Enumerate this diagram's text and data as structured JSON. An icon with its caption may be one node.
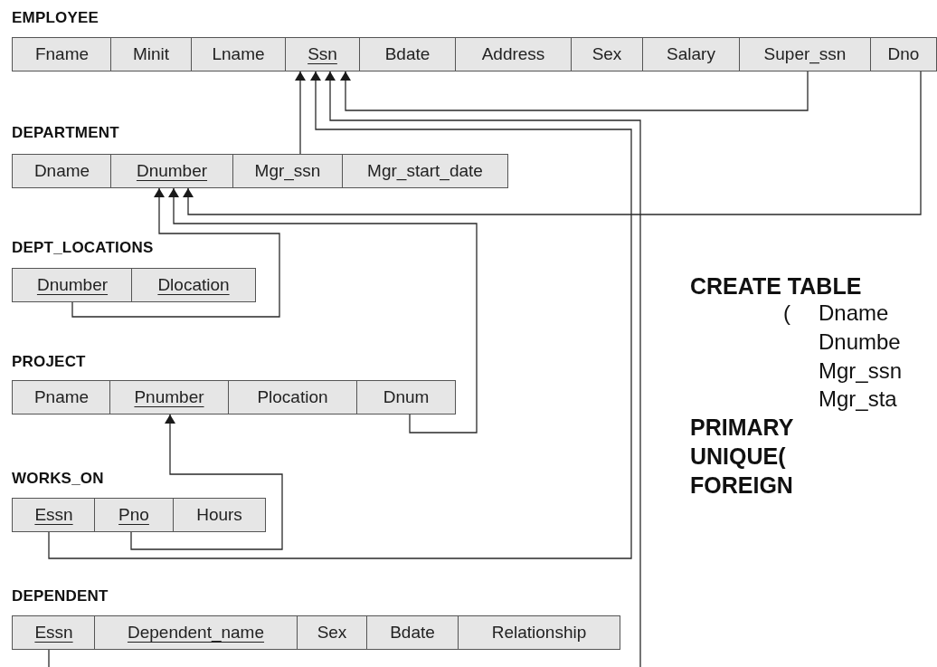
{
  "diagram": {
    "nodes": [
      {
        "text": [
          "EMPLOYEE"
        ]
      },
      {
        "text": [
          "Fname"
        ],
        "in": 0
      },
      {
        "text": [
          "Minit"
        ],
        "in": 0
      },
      {
        "text": [
          "Lname"
        ],
        "in": 0
      },
      {
        "text": [
          "Ssn"
        ],
        "in": 0
      },
      {
        "text": [
          "Bdate"
        ],
        "in": 0
      },
      {
        "text": [
          "Address"
        ],
        "in": 0
      },
      {
        "text": [
          "Sex"
        ],
        "in": 0
      },
      {
        "text": [
          "Salary"
        ],
        "in": 0
      },
      {
        "text": [
          "Super_ssn"
        ],
        "in": 0
      },
      {
        "text": [
          "Dno"
        ],
        "in": 0
      },
      {
        "text": [
          "DEPARTMENT"
        ]
      },
      {
        "text": [
          "Dname"
        ],
        "in": 11
      },
      {
        "text": [
          "Dnumber"
        ],
        "in": 11
      },
      {
        "text": [
          "Mgr_ssn"
        ],
        "in": 11
      },
      {
        "text": [
          "Mgr_start_date"
        ],
        "in": 11
      },
      {
        "text": [
          "DEPT_LOCATIONS"
        ]
      },
      {
        "text": [
          "Dnumber"
        ],
        "in": 16
      },
      {
        "text": [
          "Dlocation"
        ],
        "in": 16
      },
      {
        "text": [
          "PROJECT"
        ]
      },
      {
        "text": [
          "Pname"
        ],
        "in": 19
      },
      {
        "text": [
          "Pnumber"
        ],
        "in": 19
      },
      {
        "text": [
          "Plocation"
        ],
        "in": 19
      },
      {
        "text": [
          "Dnum"
        ],
        "in": 19
      },
      {
        "text": [
          "WORKS_ON"
        ]
      },
      {
        "text": [
          "Essn"
        ],
        "in": 24
      },
      {
        "text": [
          "Pno"
        ],
        "in": 24
      },
      {
        "text": [
          "Hours"
        ],
        "in": 24
      },
      {
        "text": [
          "DEPENDENT"
        ]
      },
      {
        "text": [
          "Essn"
        ],
        "in": 28
      },
      {
        "text": [
          "Dependent_name"
        ],
        "in": 28
      },
      {
        "text": [
          "Sex"
        ],
        "in": 28
      },
      {
        "text": [
          "Bdate"
        ],
        "in": 28
      },
      {
        "text": [
          "Relationship"
        ],
        "in": 28
      }
    ],
    "edges": [
      {
        "from": 9,
        "to": 4,
        "arrow": "to"
      },
      {
        "from": 14,
        "to": 4,
        "arrow": "to"
      },
      {
        "from": 25,
        "to": 4,
        "arrow": "to"
      },
      {
        "from": 29,
        "to": 4,
        "arrow": "to"
      },
      {
        "from": 10,
        "to": 13,
        "arrow": "to"
      },
      {
        "from": 23,
        "to": 13,
        "arrow": "to"
      },
      {
        "from": 17,
        "to": 13,
        "arrow": "to"
      },
      {
        "from": 26,
        "to": 21,
        "arrow": "to"
      }
    ],
    "labels": [
      "CREATE TABLE",
      "(",
      "Dname",
      "Dnumbe",
      "Mgr_ssn",
      "Mgr_sta",
      "PRIMARY",
      "UNIQUE(",
      "FOREIGN"
    ]
  }
}
